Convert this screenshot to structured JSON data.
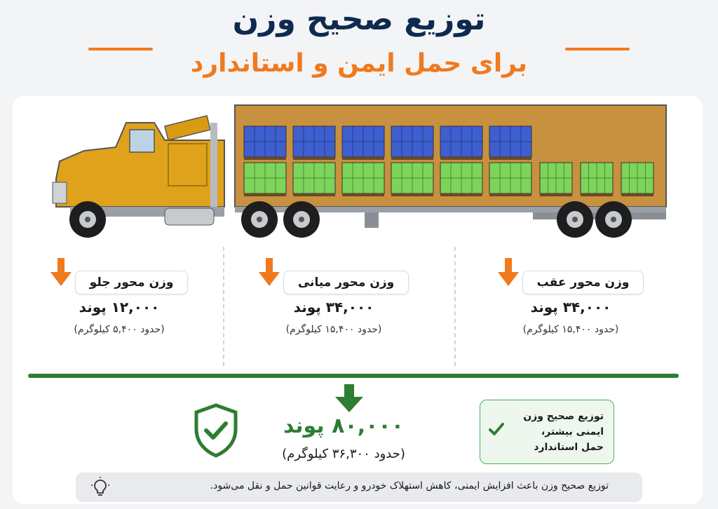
{
  "header": {
    "title": "توزیع صحیح وزن",
    "subtitle": "برای حمل ایمن و استاندارد"
  },
  "axles": [
    {
      "label": "وزن محور جلو",
      "weight": "۱۲,۰۰۰ پوند",
      "approx": "(حدود ۵,۴۰۰ کیلوگرم)"
    },
    {
      "label": "وزن محور میانی",
      "weight": "۳۴,۰۰۰ پوند",
      "approx": "(حدود ۱۵,۴۰۰ کیلوگرم)"
    },
    {
      "label": "وزن محور عقب",
      "weight": "۳۴,۰۰۰ پوند",
      "approx": "(حدود ۱۵,۴۰۰ کیلوگرم)"
    }
  ],
  "total": {
    "weight": "۸۰,۰۰۰ پوند",
    "approx": "(حدود ۳۶,۳۰۰ کیلوگرم)"
  },
  "note": {
    "lines": [
      "توزیع صحیح وزن",
      "ایمنی بیشتر،",
      "حمل استاندارد"
    ]
  },
  "footer": {
    "text": "توزیع صحیح وزن باعث افزایش ایمنی، کاهش استهلاک خودرو و رعایت قوانین حمل و نقل می‌شود."
  },
  "icons": {
    "shield": "shield-check-icon",
    "arrow": "arrow-down-icon",
    "check": "check-icon",
    "bulb": "lightbulb-icon"
  },
  "colors": {
    "navy": "#0e2a4f",
    "orange": "#f07a1e",
    "green": "#2e7d32",
    "truck": "#e0a21a",
    "trailer": "#c8913f",
    "box_blue": "#3d5fcf",
    "box_green": "#7cd45a"
  }
}
